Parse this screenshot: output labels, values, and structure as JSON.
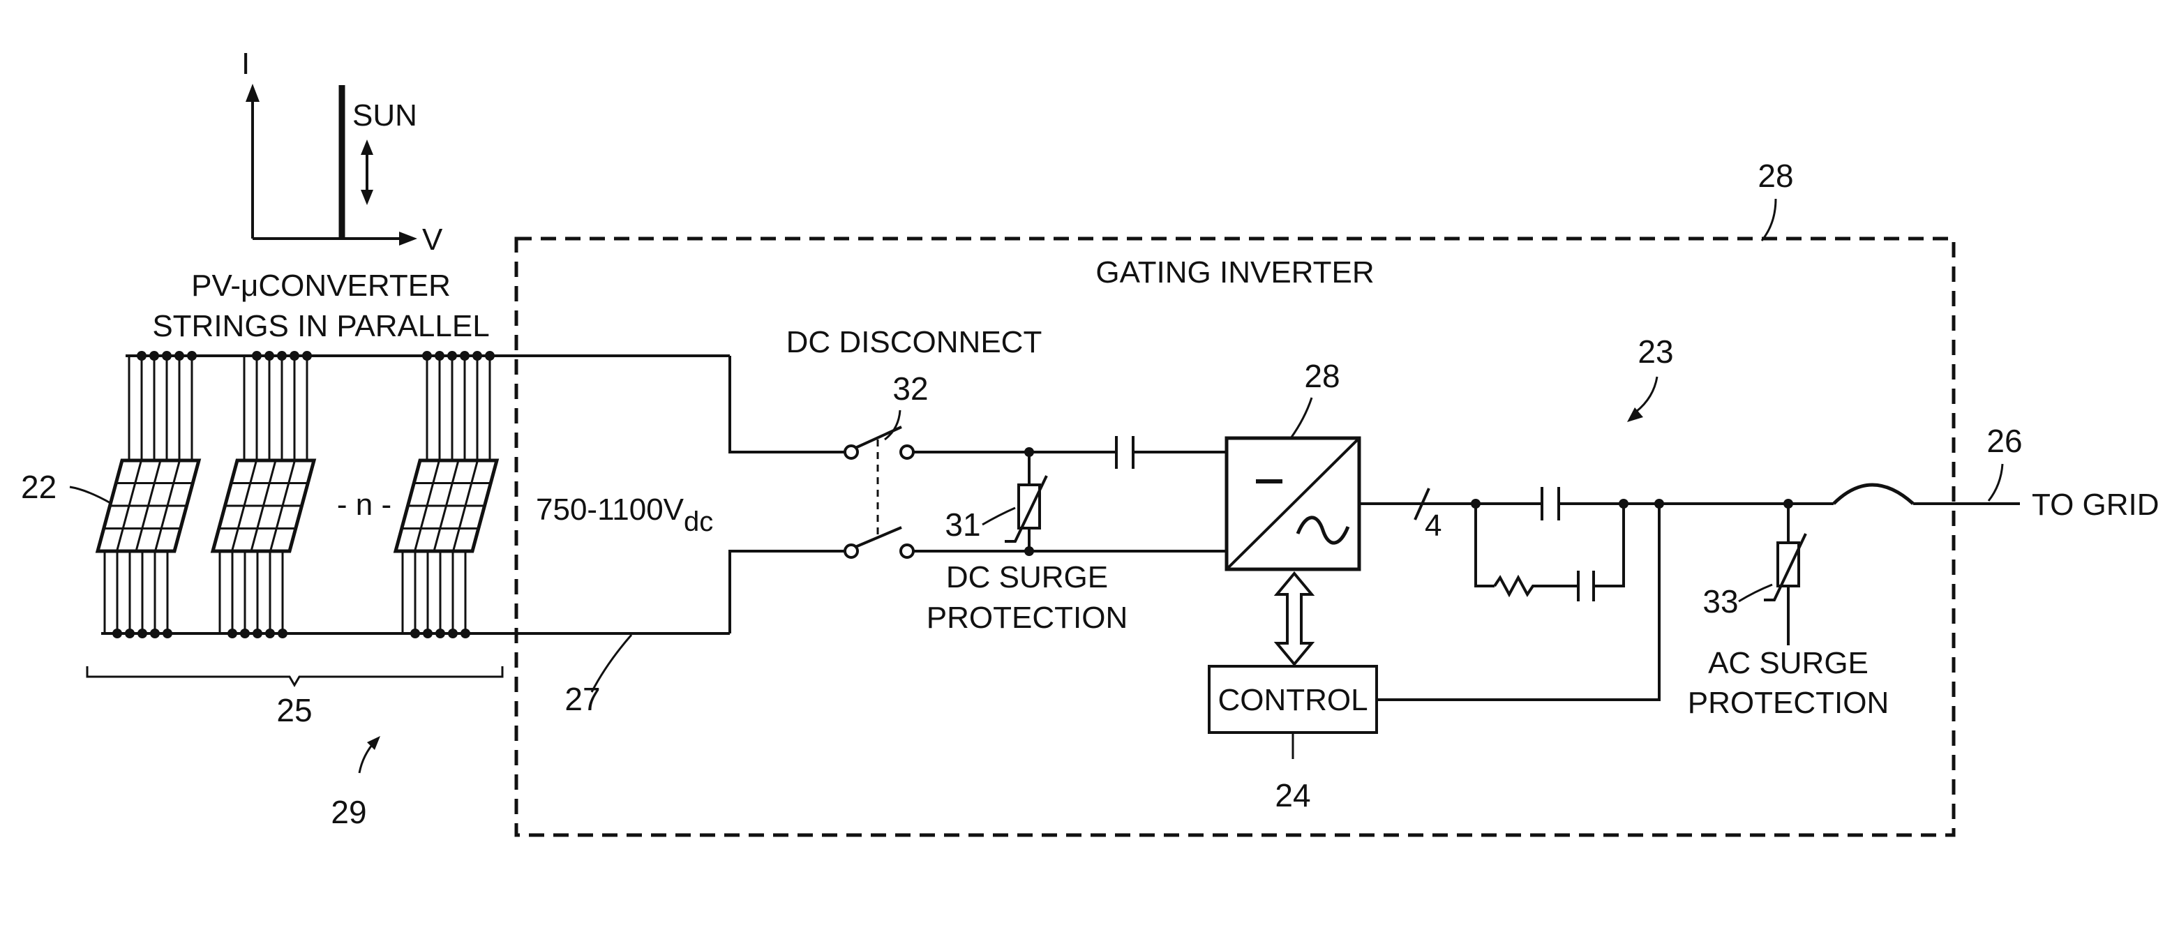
{
  "graph": {
    "axis_i": "I",
    "axis_v": "V",
    "sun": "SUN"
  },
  "labels": {
    "pv_strings_line1": "PV-μCONVERTER",
    "pv_strings_line2": "STRINGS IN PARALLEL",
    "n": "- n -",
    "gating_inverter": "GATING INVERTER",
    "voltage_main": "750-1100V",
    "voltage_sub": "dc",
    "dc_disconnect": "DC DISCONNECT",
    "dc_surge_line1": "DC SURGE",
    "dc_surge_line2": "PROTECTION",
    "control": "CONTROL",
    "phase_count": "4",
    "ac_surge_line1": "AC SURGE",
    "ac_surge_line2": "PROTECTION",
    "to_grid": "TO GRID"
  },
  "refs": {
    "r22": "22",
    "r25": "25",
    "r29": "29",
    "r27": "27",
    "r28_box": "28",
    "r28_conv": "28",
    "r32": "32",
    "r31": "31",
    "r23": "23",
    "r24": "24",
    "r26": "26",
    "r33": "33"
  }
}
